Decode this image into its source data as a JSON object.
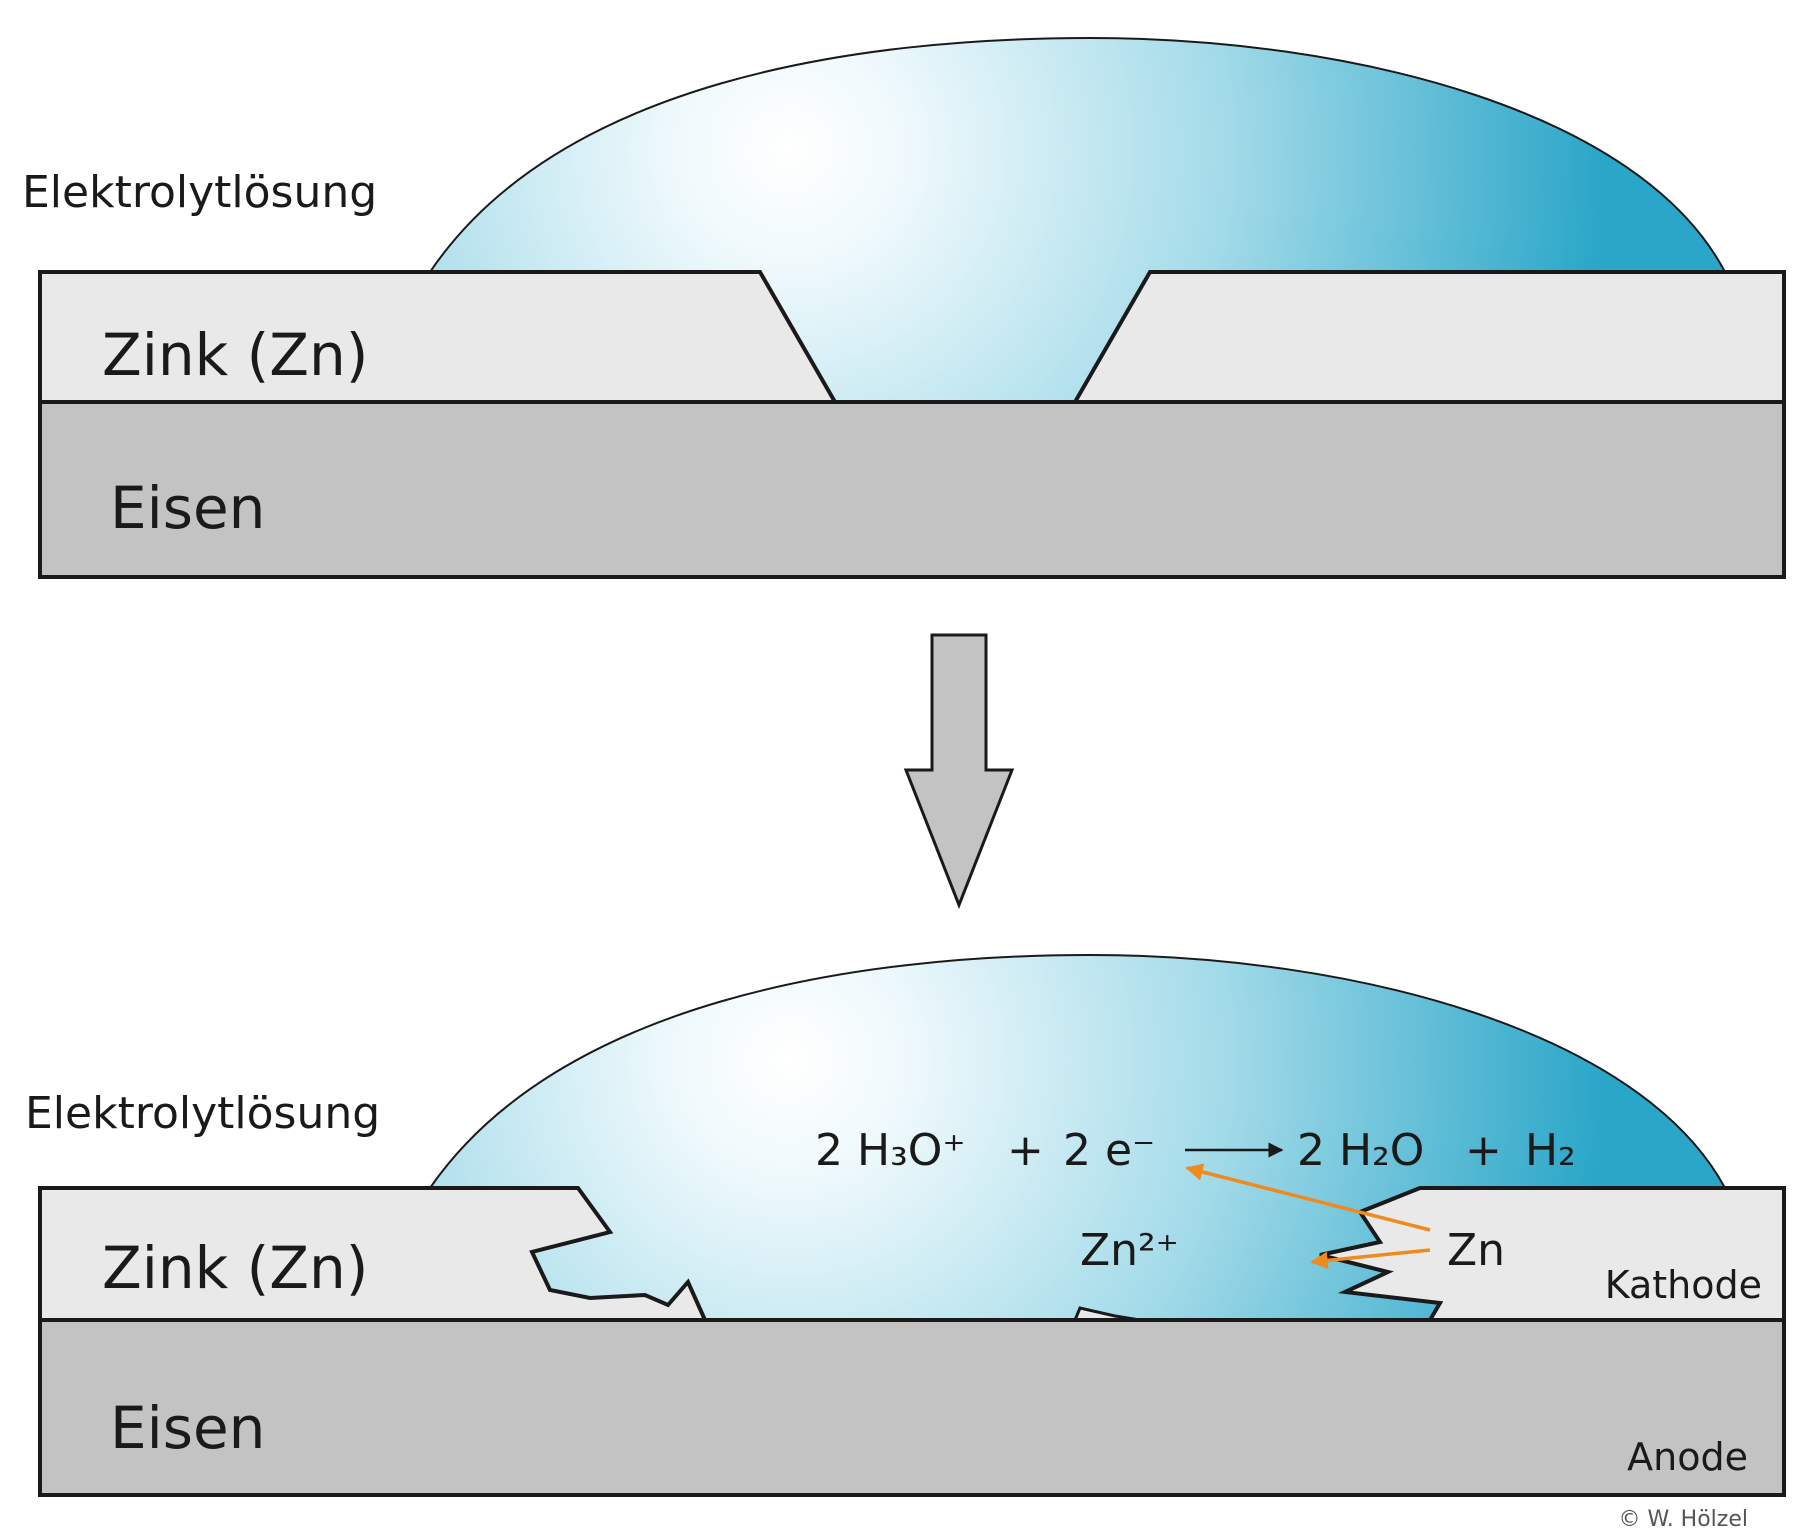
{
  "top": {
    "electrolyte_label": "Elektrolytlösung",
    "zinc_label": "Zink (Zn)",
    "iron_label": "Eisen"
  },
  "bottom": {
    "electrolyte_label": "Elektrolytlösung",
    "zinc_label": "Zink (Zn)",
    "iron_label": "Eisen",
    "reaction": {
      "reactant1": "2 H₃O⁺",
      "plus1": "+",
      "reactant2": "2 e⁻",
      "product1": "2 H₂O",
      "plus2": "+",
      "product2": "H₂"
    },
    "zinc_ion_label": "Zn²⁺",
    "zinc_atom_label": "Zn",
    "cathode_label": "Kathode",
    "anode_label": "Anode"
  },
  "copyright": "© W.  Hölzel",
  "colors": {
    "zinc": "#e9e9e9",
    "iron": "#c2c3c2",
    "arrow": "#c2c3c2",
    "electrolyte_light": "#ffffff",
    "electrolyte_dark": "#2aa6c8",
    "electron_arrows": "#ee8a1e",
    "outline": "#1a1a1a"
  }
}
